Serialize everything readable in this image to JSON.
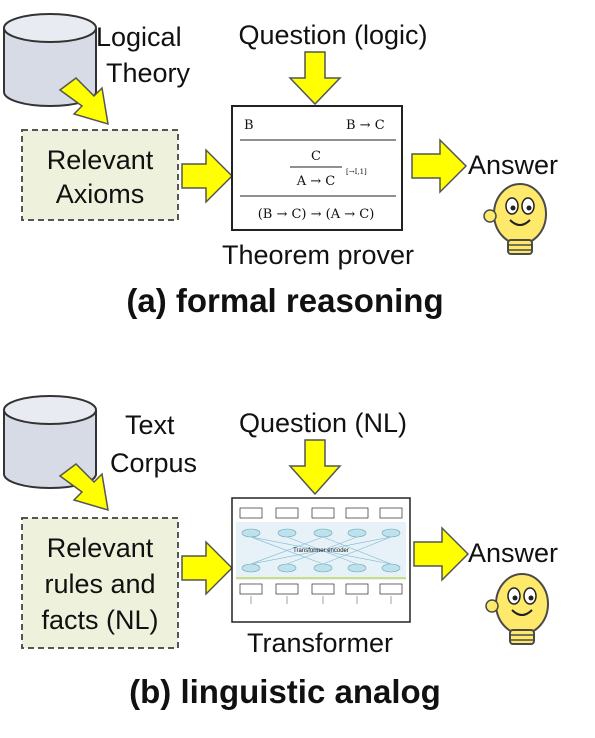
{
  "colors": {
    "arrow_fill": "#ffff00",
    "arrow_stroke": "#555555",
    "box_fill": "#eef1dc",
    "box_stroke": "#555555",
    "db_fill": "#d6dbe5",
    "db_stroke": "#333333",
    "bulb_fill": "#ffe96a",
    "bulb_stroke": "#4a4a4a"
  },
  "panel_a": {
    "db_label_line1": "Logical",
    "db_label_line2": "Theory",
    "question": "Question (logic)",
    "relevant_line1": "Relevant",
    "relevant_line2": "Axioms",
    "engine_label": "Theorem prover",
    "answer": "Answer",
    "caption": "(a) formal reasoning",
    "proof": {
      "top_left": "B",
      "top_right": "B → C",
      "mid": "C",
      "implication": "A → C",
      "rule_tag": "[→I,1]",
      "bottom": "(B → C) → (A → C)"
    }
  },
  "panel_b": {
    "db_label_line1": "Text",
    "db_label_line2": "Corpus",
    "question": "Question (NL)",
    "relevant_line1": "Relevant",
    "relevant_line2": "rules and",
    "relevant_line3": "facts (NL)",
    "engine_label": "Transformer",
    "answer": "Answer",
    "caption": "(b) linguistic analog",
    "transformer_inner": "Transformer encoder"
  }
}
